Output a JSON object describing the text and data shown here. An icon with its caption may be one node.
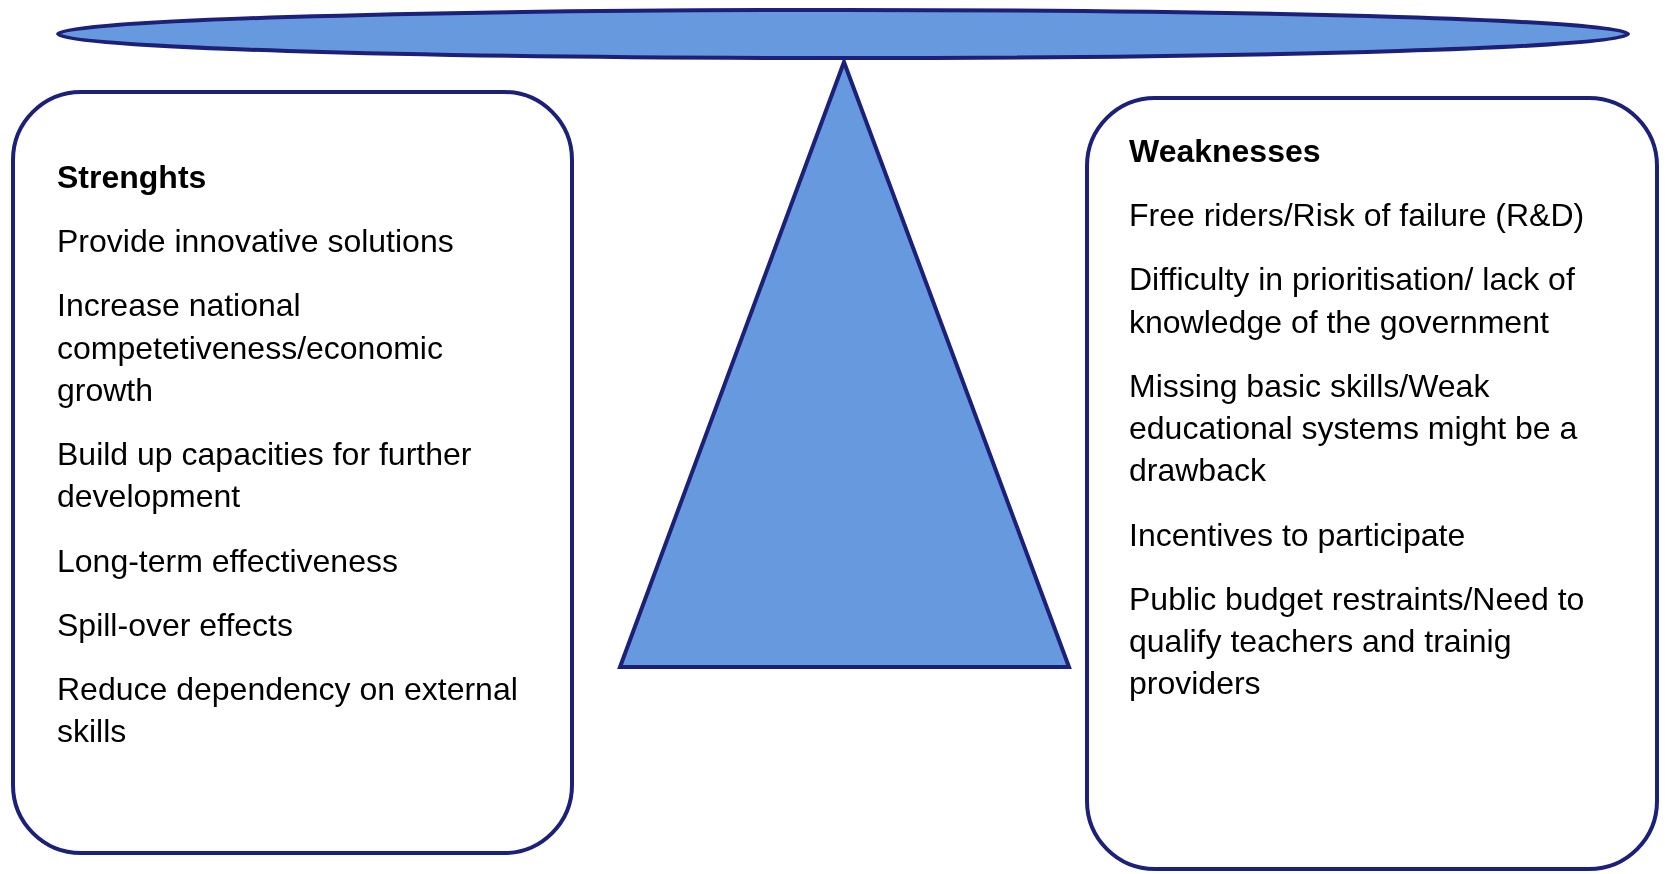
{
  "diagram": {
    "nodes": [
      {
        "text": [
          "Strenghts",
          "Provide innovative solutions",
          "Increase national competetiveness/economic growth",
          "Build up capacities for further development",
          "Long-term effectiveness",
          "Spill-over effects",
          "Reduce dependency on external skills"
        ]
      },
      {
        "text": [
          "Weaknesses",
          "Free riders/Risk of failure (R&D)",
          "Difficulty in prioritisation/ lack of knowledge of the government",
          "Missing basic skills/Weak educational systems might be a drawback",
          "Incentives to participate",
          "Public budget restraints/Need to qualify teachers and trainig providers"
        ]
      }
    ]
  }
}
